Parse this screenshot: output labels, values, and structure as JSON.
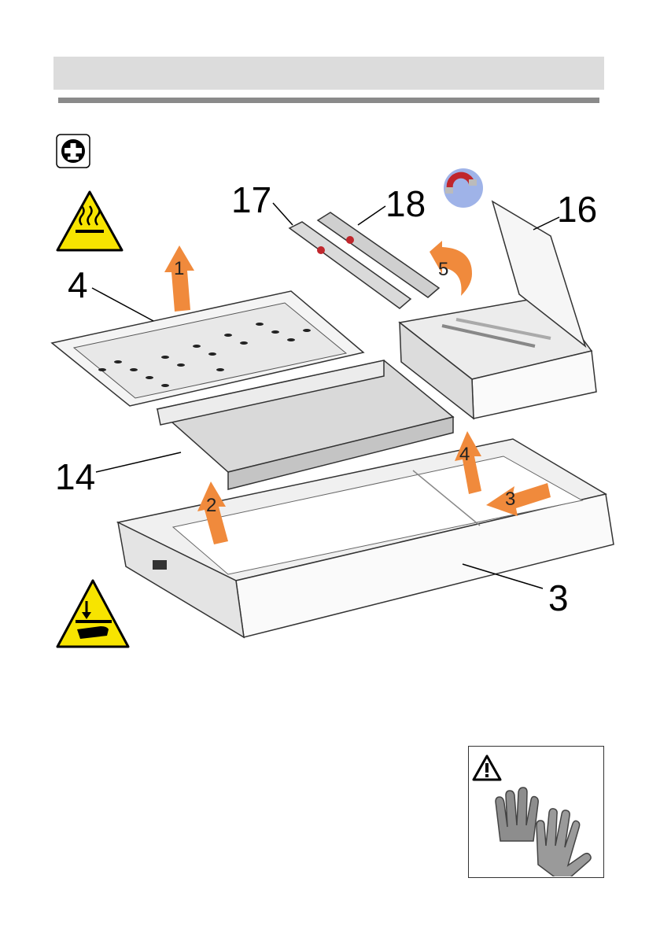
{
  "callouts": {
    "heating_element": "16",
    "cover_a": "17",
    "cover_b": "18",
    "grid": "4",
    "tray": "14",
    "drawer": "3"
  },
  "steps": [
    "1",
    "2",
    "3",
    "4",
    "5"
  ],
  "icons": {
    "info": "info-icon",
    "hot_surface": "hot-surface-warning-icon",
    "hand_crush": "hand-crush-warning-icon",
    "magnet": "magnet-icon",
    "caution": "caution-triangle-icon",
    "gloves": "protective-gloves-icon"
  },
  "colors": {
    "arrow": "#f08a3c",
    "warning_yellow": "#f7e400",
    "header_band": "#dcdcdc",
    "header_rule": "#8a8a8a"
  }
}
